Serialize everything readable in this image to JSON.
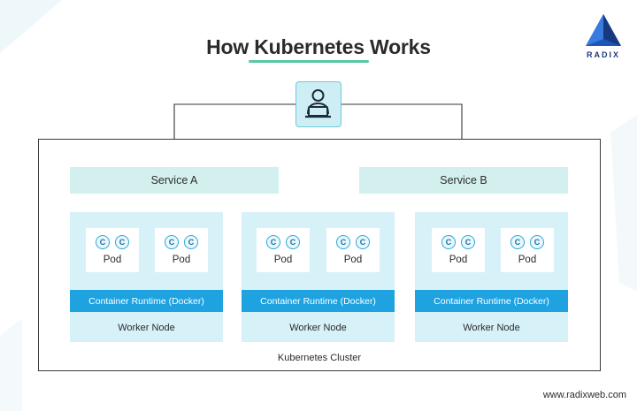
{
  "title": "How Kubernetes Works",
  "logo": {
    "text": "RADIX",
    "icon": "radix-pyramid-logo"
  },
  "user": {
    "icon": "user-laptop-icon"
  },
  "services": [
    {
      "label": "Service A"
    },
    {
      "label": "Service B"
    }
  ],
  "nodes": [
    {
      "pods": [
        {
          "containers": [
            "C",
            "C"
          ],
          "label": "Pod"
        },
        {
          "containers": [
            "C",
            "C"
          ],
          "label": "Pod"
        }
      ],
      "runtime": "Container Runtime (Docker)",
      "label": "Worker Node"
    },
    {
      "pods": [
        {
          "containers": [
            "C",
            "C"
          ],
          "label": "Pod"
        },
        {
          "containers": [
            "C",
            "C"
          ],
          "label": "Pod"
        }
      ],
      "runtime": "Container Runtime (Docker)",
      "label": "Worker Node"
    },
    {
      "pods": [
        {
          "containers": [
            "C",
            "C"
          ],
          "label": "Pod"
        },
        {
          "containers": [
            "C",
            "C"
          ],
          "label": "Pod"
        }
      ],
      "runtime": "Container Runtime (Docker)",
      "label": "Worker Node"
    }
  ],
  "cluster_label": "Kubernetes Cluster",
  "footer": "www.radixweb.com",
  "colors": {
    "service_bg": "#d3f0ee",
    "node_bg": "#d6f1f8",
    "runtime_bg": "#1ea2e0",
    "accent_underline": "#59c6a4",
    "logo_blue": "#1f3b7a"
  }
}
